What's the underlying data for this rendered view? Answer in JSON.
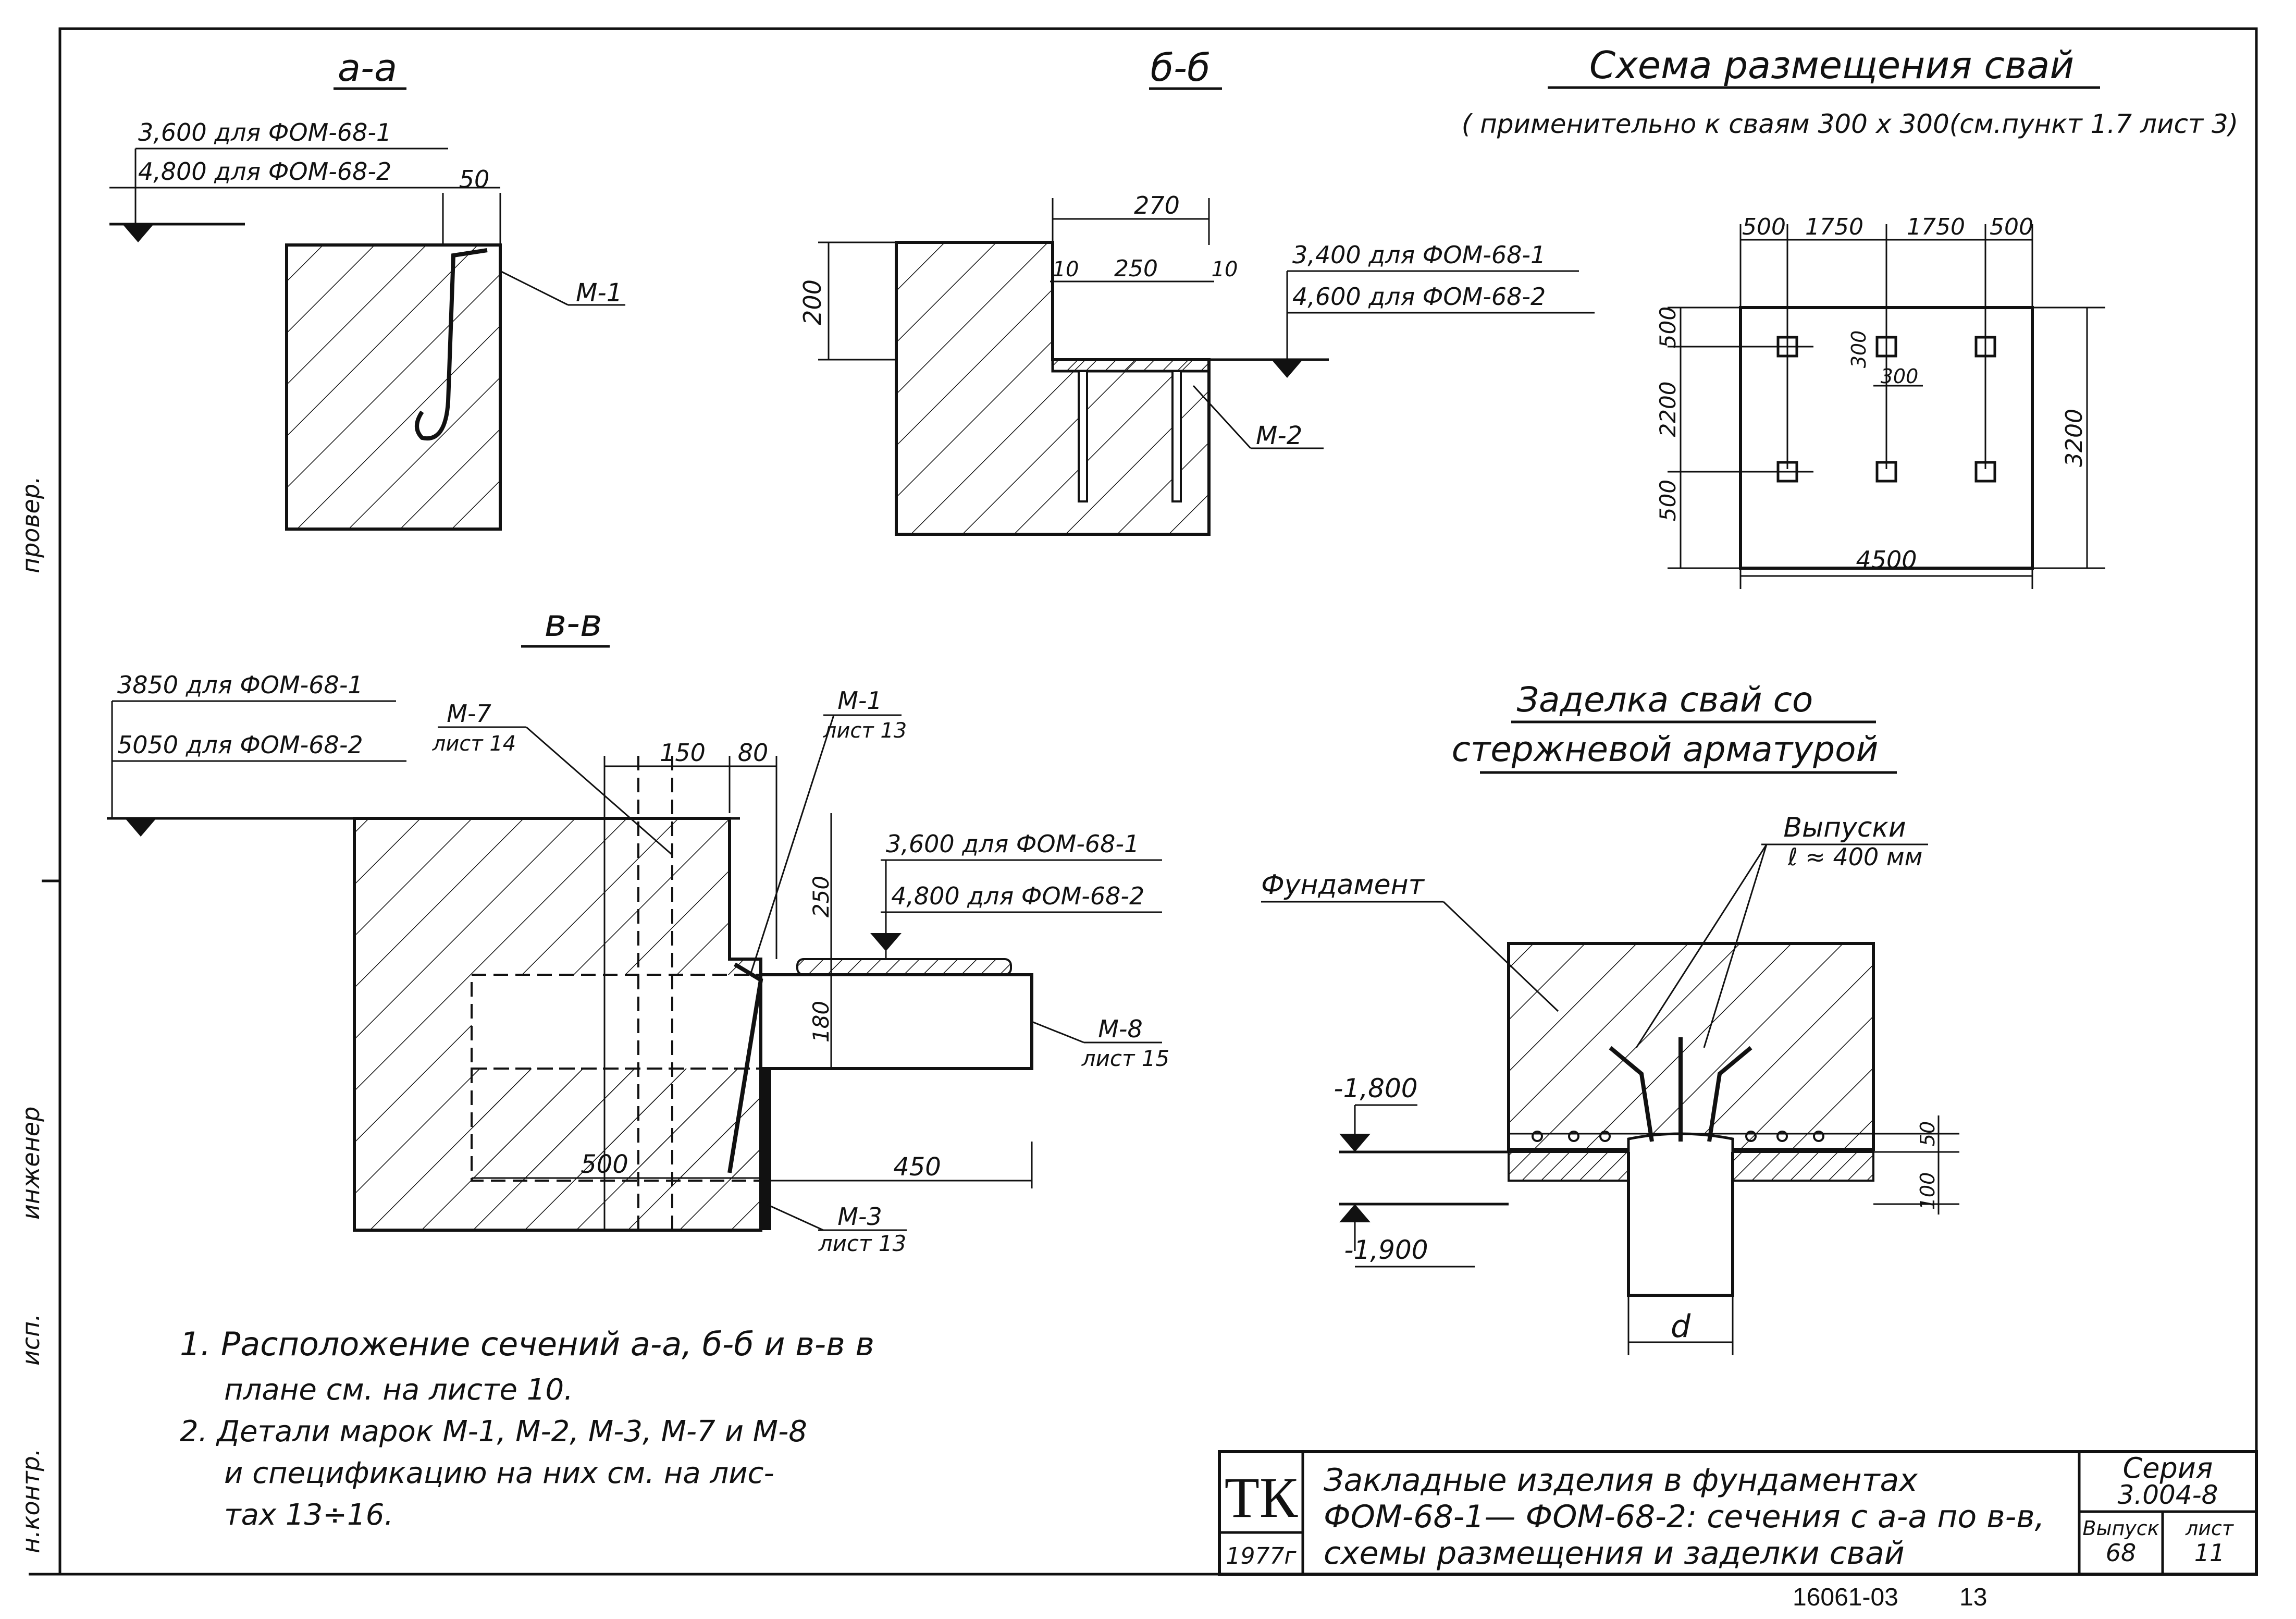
{
  "sections": {
    "aa": {
      "title": "а-а",
      "level1": "3,600 для ФОМ-68-1",
      "level2": "4,800 для ФОМ-68-2",
      "dim": "50",
      "mark": "М-1"
    },
    "bb": {
      "title": "б-б",
      "dim_top": "270",
      "dim_10a": "10",
      "dim_250": "250",
      "dim_10b": "10",
      "dim_200": "200",
      "level1": "3,400 для ФОМ-68-1",
      "level2": "4,600 для ФОМ-68-2",
      "mark": "М-2"
    },
    "vv": {
      "title": "в-в",
      "level1": "3850 для ФОМ-68-1",
      "level2": "5050 для ФОМ-68-2",
      "m7": "М-7",
      "m7_sheet": "лист 14",
      "dim_150": "150",
      "dim_80": "80",
      "m1": "М-1",
      "m1_sheet": "лист 13",
      "level3": "3,600 для ФОМ-68-1",
      "level4": "4,800 для ФОМ-68-2",
      "dim_250": "250",
      "dim_180": "180",
      "m8": "М-8",
      "m8_sheet": "лист 15",
      "dim_500": "500",
      "dim_450": "450",
      "m3": "М-3",
      "m3_sheet": "лист 13"
    }
  },
  "pile_scheme": {
    "title": "Схема размещения свай",
    "subtitle": "( применительно к сваям 300 х 300(см.пункт 1.7 лист 3)",
    "dims_top": [
      "500",
      "1750",
      "1750",
      "500"
    ],
    "dims_left": [
      "500",
      "2200",
      "500"
    ],
    "dim_300a": "300",
    "dim_300b": "300",
    "dim_right": "3200",
    "dim_bottom": "4500"
  },
  "embedding": {
    "title_line1": "Заделка свай со",
    "title_line2": "стержневой арматурой",
    "outlets": "Выпуски",
    "outlets_len": "ℓ ≈ 400 мм",
    "foundation": "Фундамент",
    "level1": "-1,800",
    "level2": "-1,900",
    "dim_50": "50",
    "dim_100": "100",
    "dim_d": "d"
  },
  "notes": [
    "1. Расположение сечений а-а, б-б и в-в в",
    "плане см. на листе 10.",
    "2. Детали марок М-1, М-2, М-3, М-7 и М-8",
    "и спецификацию на них см. на лис-",
    "тах 13÷16."
  ],
  "title_block": {
    "logo": "ТК",
    "year": "1977г",
    "desc1": "Закладные изделия в фундаментах",
    "desc2": "ФОМ-68-1— ФОМ-68-2: сечения с а-а по в-в,",
    "desc3": "схемы размещения и заделки свай",
    "series_label": "Серия",
    "series": "3.004-8",
    "issue_label": "Выпуск",
    "issue": "68",
    "sheet_label": "лист",
    "sheet": "11"
  },
  "footer": {
    "code": "16061-03",
    "page": "13"
  },
  "margin_stamp": {
    "s1": "инженер",
    "s2": "исп.",
    "s3": "провер.",
    "s4": "н.контр."
  }
}
